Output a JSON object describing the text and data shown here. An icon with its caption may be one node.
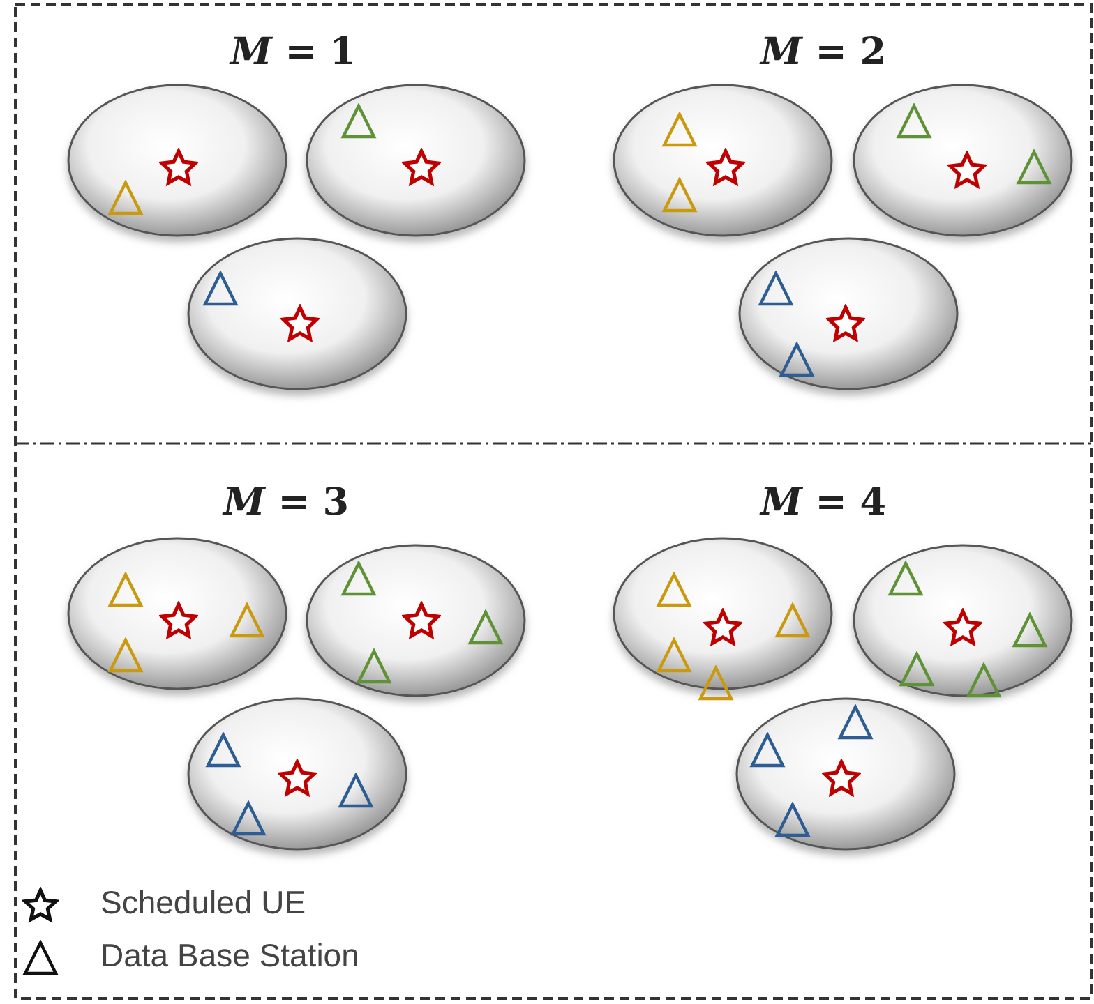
{
  "diagram": {
    "nodes": [
      {
        "text": [
          "*M* = 1"
        ]
      },
      {
        "text": [],
        "shape": "ellipse",
        "in": 0
      },
      {
        "text": [],
        "shape": "ellipse",
        "in": 0
      },
      {
        "text": [],
        "shape": "ellipse",
        "in": 0
      },
      {
        "text": [
          "*M* = 2"
        ]
      },
      {
        "text": [],
        "shape": "ellipse",
        "in": 4
      },
      {
        "text": [],
        "shape": "ellipse",
        "in": 4
      },
      {
        "text": [],
        "shape": "ellipse",
        "in": 4
      },
      {
        "text": [
          "*M* = 3"
        ]
      },
      {
        "text": [],
        "shape": "ellipse",
        "in": 8
      },
      {
        "text": [],
        "shape": "ellipse",
        "in": 8
      },
      {
        "text": [],
        "shape": "ellipse",
        "in": 8
      },
      {
        "text": [
          "*M* = 4"
        ]
      },
      {
        "text": [],
        "shape": "ellipse",
        "in": 12
      },
      {
        "text": [],
        "shape": "ellipse",
        "in": 12
      },
      {
        "text": [],
        "shape": "ellipse",
        "in": 12
      }
    ],
    "legend": [
      {
        "text": "Scheduled UE"
      },
      {
        "text": "Data Base Station"
      }
    ]
  }
}
